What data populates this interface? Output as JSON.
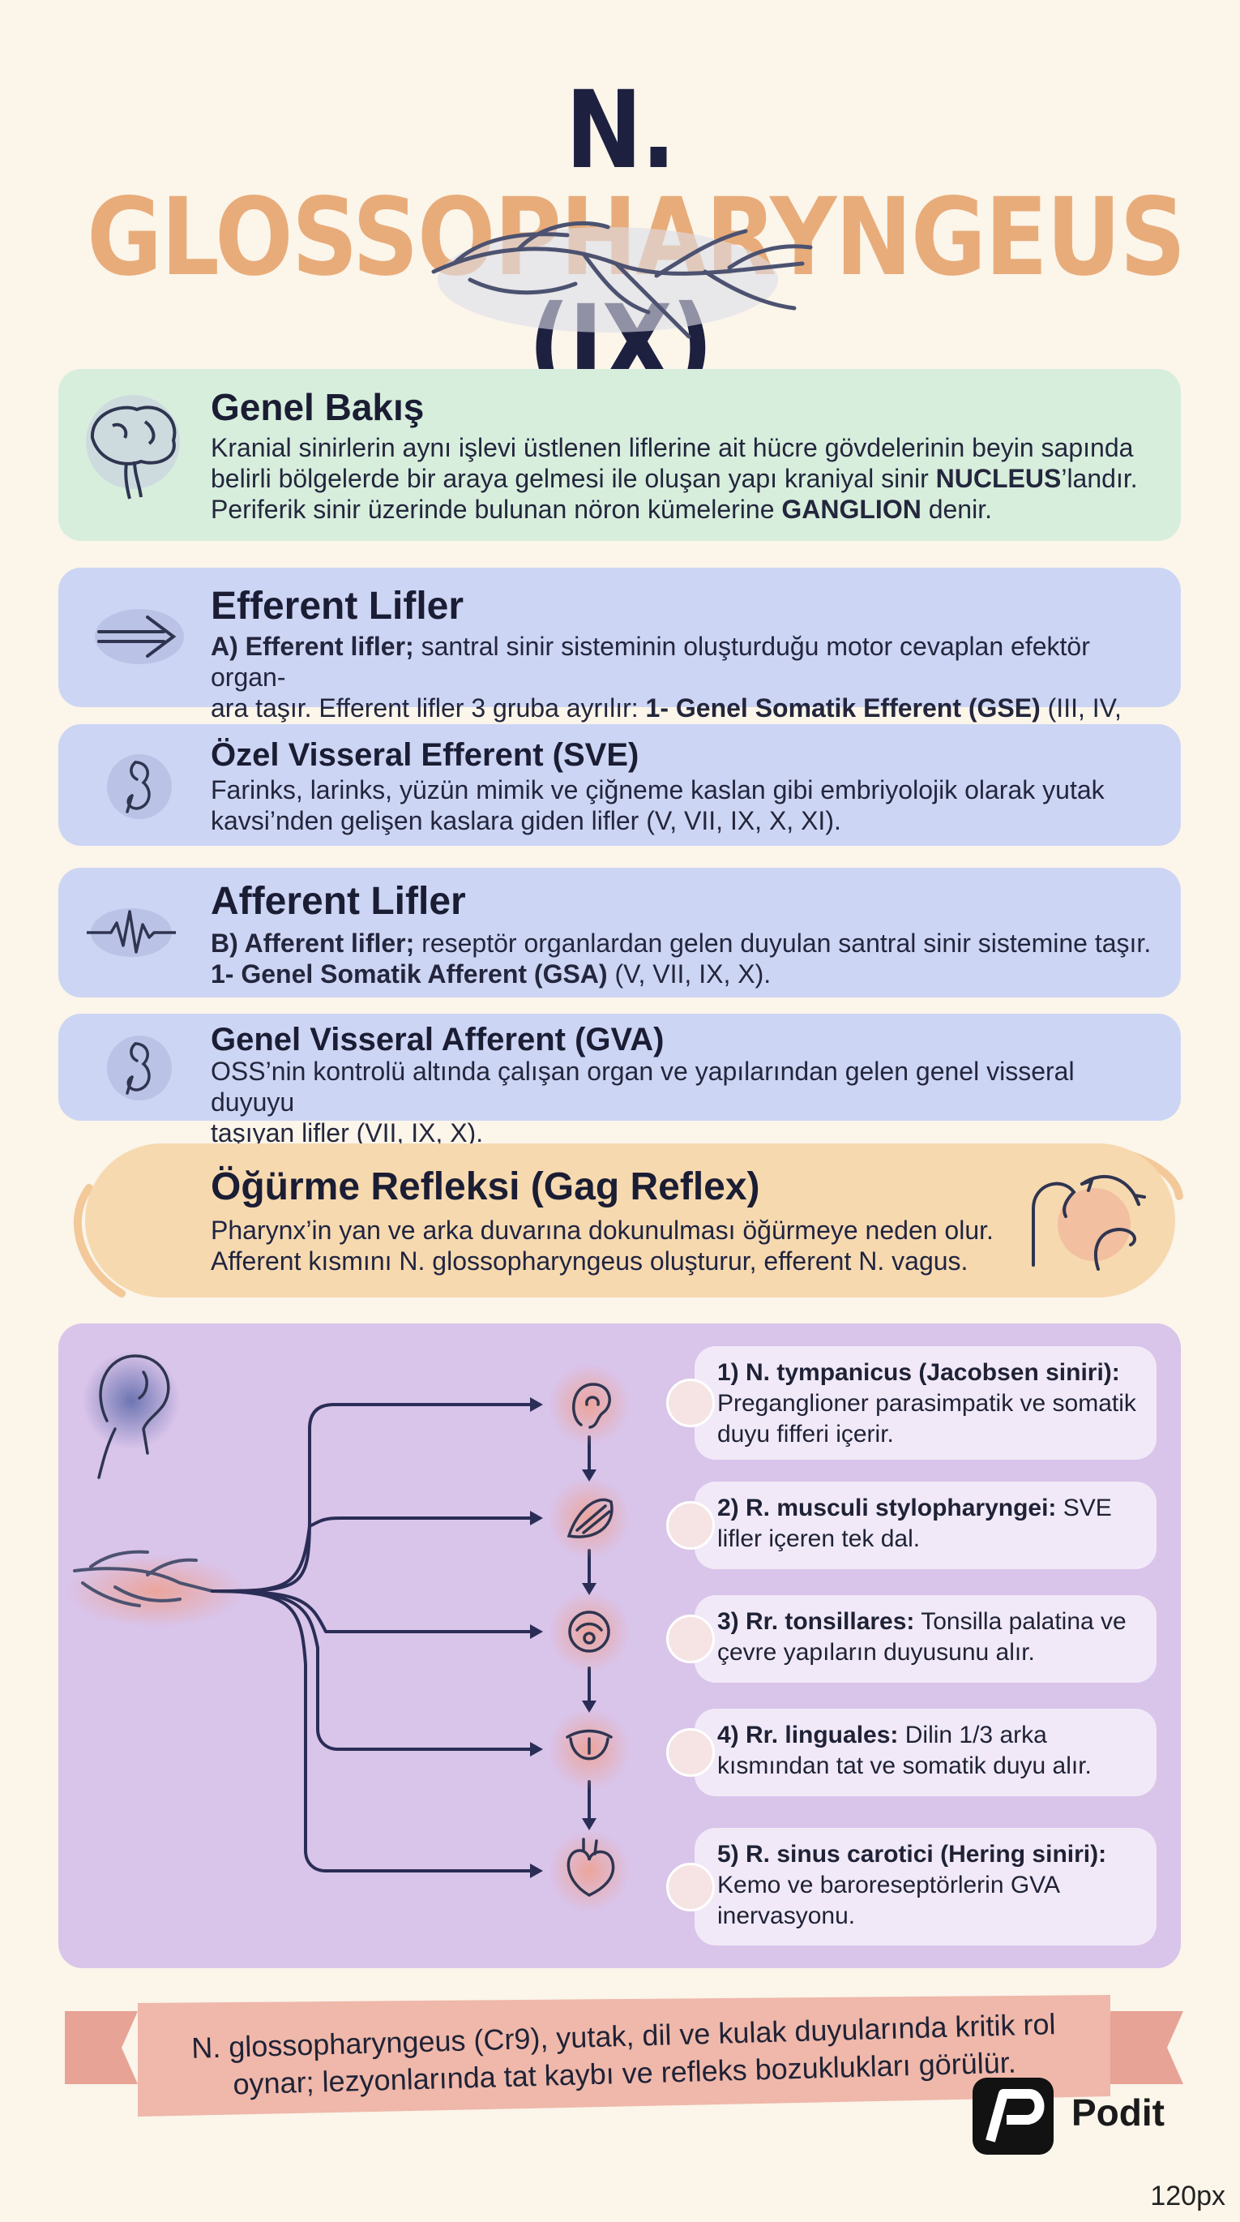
{
  "title": {
    "part1": "N. ",
    "part2": "GLOSSOPHARYNGEUS",
    "part3": " (IX)"
  },
  "overview": {
    "heading": "Genel Bakış",
    "line1": "Kranial sinirlerin aynı işlevi üstlenen liflerine ait hücre gövdelerinin beyin sapında",
    "line2_pre": "belirli bölgelerde bir araya gelmesi ile oluşan yapı kraniyal sinir ",
    "line2_bold": "NUCLEUS",
    "line2_post": "’landır.",
    "line3_pre": "Periferik sinir üzerinde bulunan nöron kümelerine ",
    "line3_bold": "GANGLION",
    "line3_post": " denir."
  },
  "efferent": {
    "heading": "Efferent Lifler",
    "bold1": "A) Efferent lifler;",
    "text1": " santral sinir sisteminin oluşturduğu motor cevaplan efektör organ-",
    "text2": "ara taşır. Efferent lifler 3 gruba ayrılır: ",
    "bold2": "1- Genel Somatik Efferent (GSE)",
    "text3": " (III, IV, VI, XII)."
  },
  "sve": {
    "heading": "Özel Visseral Efferent (SVE)",
    "line1": "Farinks, larinks, yüzün mimik ve çiğneme kaslan gibi embriyolojik olarak yutak",
    "line2": "kavsi’nden gelişen kaslara giden lifler (V, VII, IX, X, XI)."
  },
  "afferent": {
    "heading": "Afferent Lifler",
    "bold1": "B) Afferent lifler;",
    "text1": " reseptör organlardan gelen duyulan santral sinir sistemine taşır.",
    "bold2": "1- Genel Somatik Afferent (GSA)",
    "text2": " (V, VII, IX, X)."
  },
  "gva": {
    "heading": "Genel Visseral Afferent (GVA)",
    "line1": "OSS’nin kontrolü altında çalışan organ ve yapılarından gelen genel visseral duyuyu",
    "line2": "taşıyan lifler (VII, IX, X)."
  },
  "gag": {
    "heading": "Öğürme Refleksi (Gag Reflex)",
    "line1": "Pharynx’in yan ve arka duvarına dokunulması öğürmeye neden olur.",
    "line2": "Afferent kısmını N. glossopharyngeus oluşturur, efferent N. vagus."
  },
  "branches": [
    {
      "label": "1) N. tympanicus (Jacobsen siniri):",
      "text": "Preganglioner parasimpatik ve somatik duyu fifferi içerir.",
      "icon": "ear-icon"
    },
    {
      "label": "2) R. musculi stylopharyngei:",
      "text": "SVE lifler içeren tek dal.",
      "icon": "muscle-icon"
    },
    {
      "label": "3) Rr. tonsillares:",
      "text": "Tonsilla palatina ve çevre yapıların duyusunu alır.",
      "icon": "tonsil-icon"
    },
    {
      "label": "4) Rr. linguales:",
      "text": "Dilin 1/3 arka kısmından tat ve somatik duyu alır.",
      "icon": "tongue-icon"
    },
    {
      "label": "5) R. sinus carotici (Hering siniri):",
      "text": "Kemo ve baroreseptörlerin GVA inervasyonu.",
      "icon": "heart-icon"
    }
  ],
  "footer": {
    "line1": "N. glossopharyngeus (Cr9), yutak, dil ve kulak duyularında kritik rol",
    "line2": "oynar; lezyonlarında tat kaybı ve refleks bozuklukları görülür."
  },
  "logo": {
    "name": "Podit"
  },
  "corner_label": "120px",
  "colors": {
    "title_dark": "#1e2040",
    "title_accent": "#e8ac7a",
    "overview_bg": "#d8eedd",
    "fiber_bg": "#cdd5f4",
    "gag_bg": "#f7d9b0",
    "branches_bg": "#d9c4ea",
    "footer_ribbon": "#efb8aa"
  }
}
